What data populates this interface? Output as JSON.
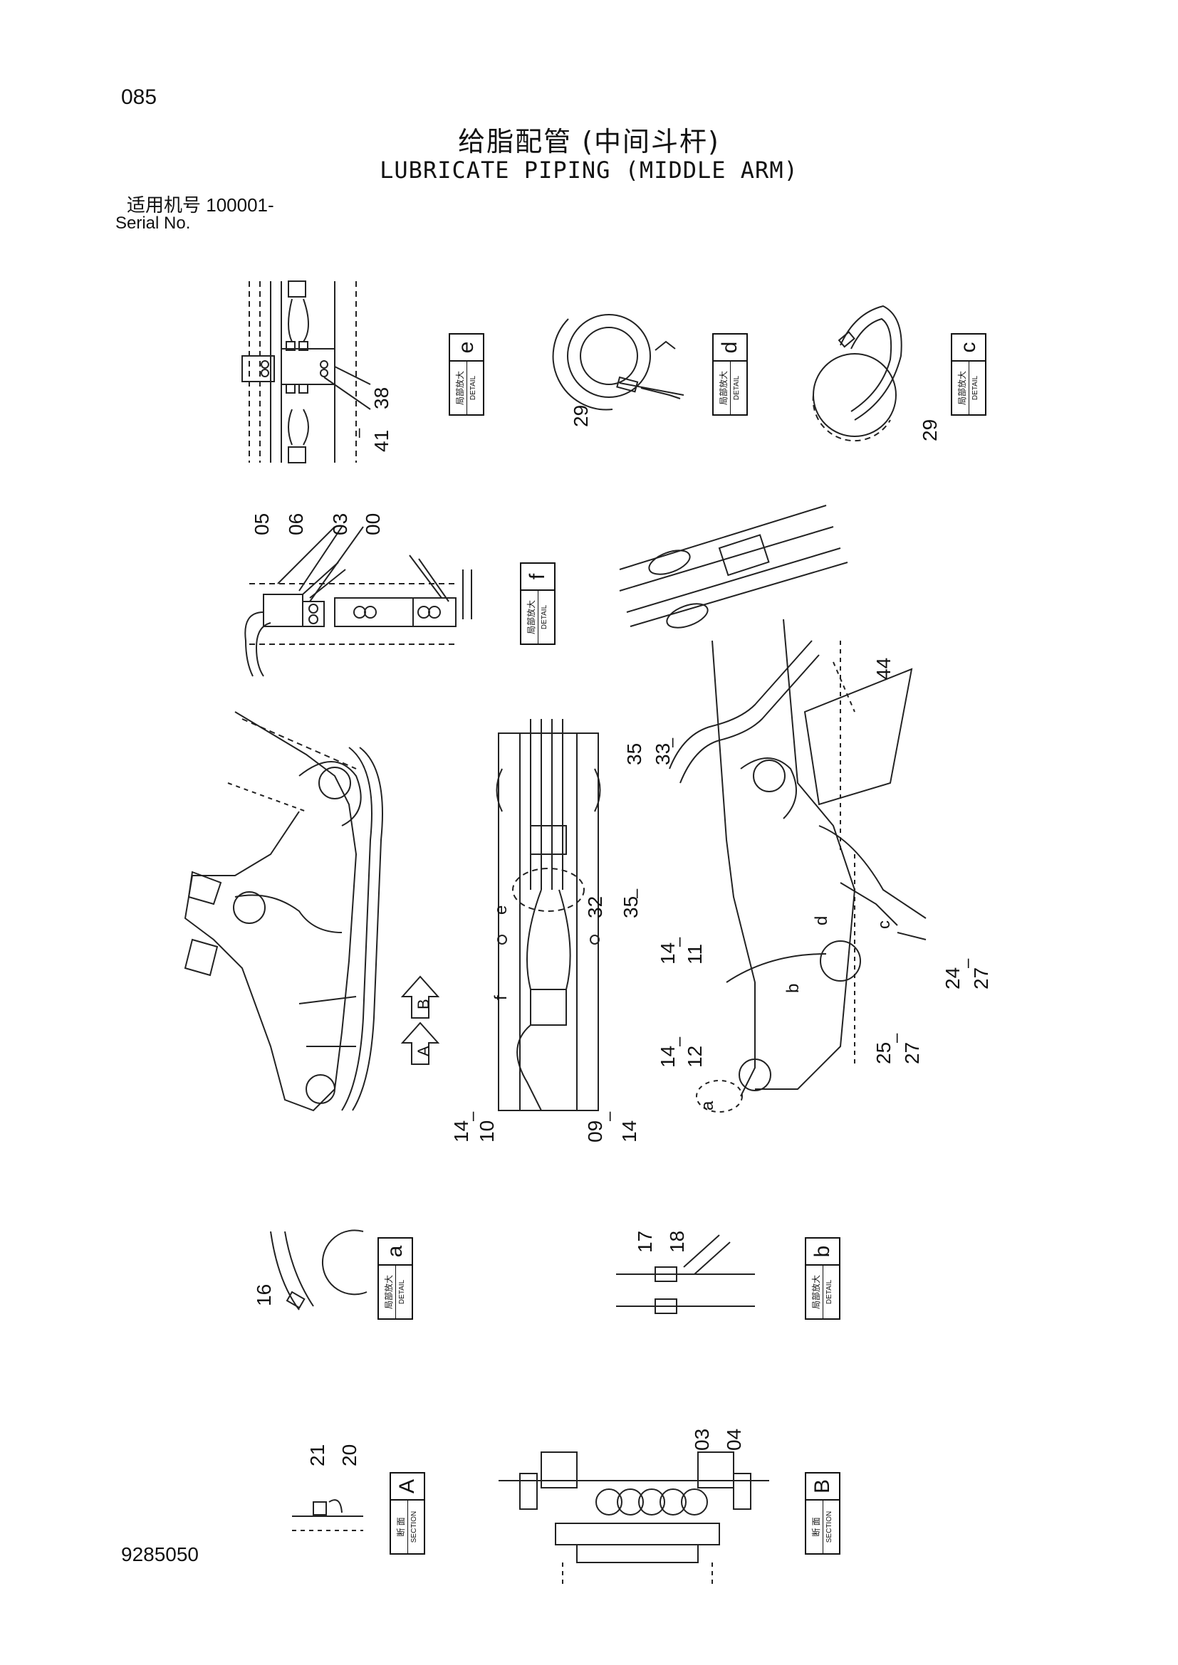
{
  "page": {
    "number": "085",
    "doc_number": "9285050"
  },
  "title": {
    "cn": "给脂配管 (中间斗杆)",
    "en": "LUBRICATE PIPING (MIDDLE ARM)"
  },
  "serial": {
    "label_cn": "适用机号",
    "value": "100001-",
    "label_en": "Serial No."
  },
  "detail_boxes": [
    {
      "letter": "e",
      "cn": "局部放大",
      "en": "DETAIL"
    },
    {
      "letter": "d",
      "cn": "局部放大",
      "en": "DETAIL"
    },
    {
      "letter": "c",
      "cn": "局部放大",
      "en": "DETAIL"
    },
    {
      "letter": "f",
      "cn": "局部放大",
      "en": "DETAIL"
    },
    {
      "letter": "a",
      "cn": "局部放大",
      "en": "DETAIL"
    },
    {
      "letter": "b",
      "cn": "局部放大",
      "en": "DETAIL"
    }
  ],
  "section_boxes": [
    {
      "letter": "A",
      "cn": "断 面",
      "en": "SECTION"
    },
    {
      "letter": "B",
      "cn": "断 面",
      "en": "SECTION"
    }
  ],
  "view_arrows": [
    "B",
    "A"
  ],
  "callouts": {
    "e": [
      "38",
      "41"
    ],
    "d": [
      "29"
    ],
    "c": [
      "29"
    ],
    "f": [
      "05",
      "06",
      "03",
      "00"
    ],
    "main_center": [
      "32",
      "35",
      "14",
      "10",
      "09",
      "14"
    ],
    "main_right": [
      "44",
      "35",
      "33",
      "14",
      "11",
      "14",
      "12",
      "24",
      "27",
      "25",
      "27"
    ],
    "detail_a": [
      "16"
    ],
    "detail_b": [
      "17",
      "18"
    ],
    "section_a": [
      "21",
      "20"
    ],
    "section_b": [
      "03",
      "04"
    ]
  },
  "markers": [
    "e",
    "f",
    "d",
    "c",
    "b",
    "a"
  ],
  "dashes": [
    "–"
  ]
}
